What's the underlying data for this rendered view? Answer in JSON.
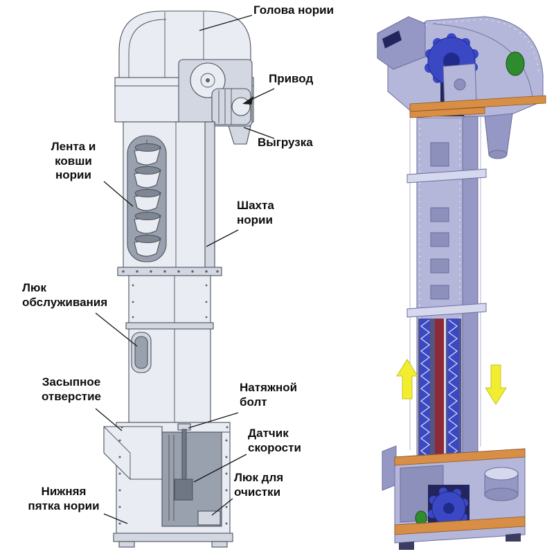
{
  "labels": {
    "head": "Голова нории",
    "drive": "Привод",
    "discharge": "Выгрузка",
    "belt_and_buckets": "Лента и\nковши\nнории",
    "shaft": "Шахта\nнории",
    "service_hatch": "Люк\nобслуживания",
    "inlet": "Засыпное\nотверстие",
    "tension_bolt": "Натяжной\nболт",
    "speed_sensor": "Датчик\nскорости",
    "cleaning_hatch": "Люк для\nочистки",
    "boot": "Нижняя\nпятка нории"
  },
  "colors": {
    "background": "#ffffff",
    "label-text": "#0d0d0d",
    "leader-line": "#1a1a1a",
    "steel-fill": "#e9edf3",
    "steel-shade": "#d2d7e1",
    "steel-stroke": "#4a505a",
    "cutaway-gray": "#9aa1ae",
    "rim-gray": "#7f8694",
    "lavender": "#b4b6da",
    "lavender-dark": "#9597c4",
    "lavender-light": "#d6d8ee",
    "purple-edge": "#6b6d9a",
    "panel-purple": "#8e90bc",
    "navy": "#23255e",
    "blue": "#3a48c4",
    "blue-dark": "#1f2a8a",
    "maroon": "#8c2a38",
    "orange": "#d88f45",
    "green": "#2e8b2e",
    "yellow": "#f2ee2f"
  }
}
